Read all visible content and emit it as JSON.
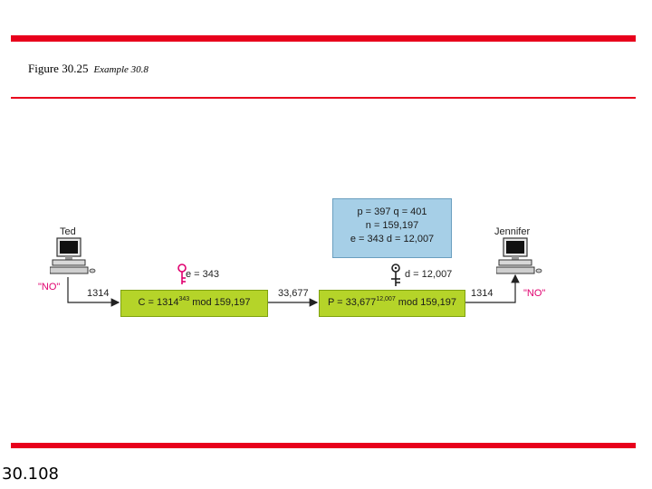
{
  "header": {
    "figure_label": "Figure 30.25",
    "example_label": "Example 30.8"
  },
  "footer": {
    "slide_number": "30.108"
  },
  "colors": {
    "accent_red": "#e8001c",
    "green_box": "#b5d429",
    "blue_box": "#a6cfe7",
    "message_pink": "#e0006f"
  },
  "diagram": {
    "sender": {
      "name": "Ted",
      "message": "\"NO\"",
      "plaintext": "1314",
      "icon": "computer-icon"
    },
    "receiver": {
      "name": "Jennifer",
      "message": "\"NO\"",
      "plaintext": "1314",
      "icon": "computer-icon"
    },
    "key_params": {
      "line1": "p = 397  q = 401",
      "line2": "n = 159,197",
      "line3": "e = 343   d = 12,007"
    },
    "public_key": {
      "label": "e = 343",
      "icon": "key-icon",
      "color": "#e0006f"
    },
    "private_key": {
      "label": "d = 12,007",
      "icon": "key-icon",
      "color": "#222222"
    },
    "encrypt": {
      "prefix": "C = 1314",
      "exponent": "343",
      "suffix": " mod 159,197"
    },
    "decrypt": {
      "prefix": "P = 33,677",
      "exponent": "12,007",
      "suffix": " mod 159,197"
    },
    "ciphertext": "33,677"
  }
}
